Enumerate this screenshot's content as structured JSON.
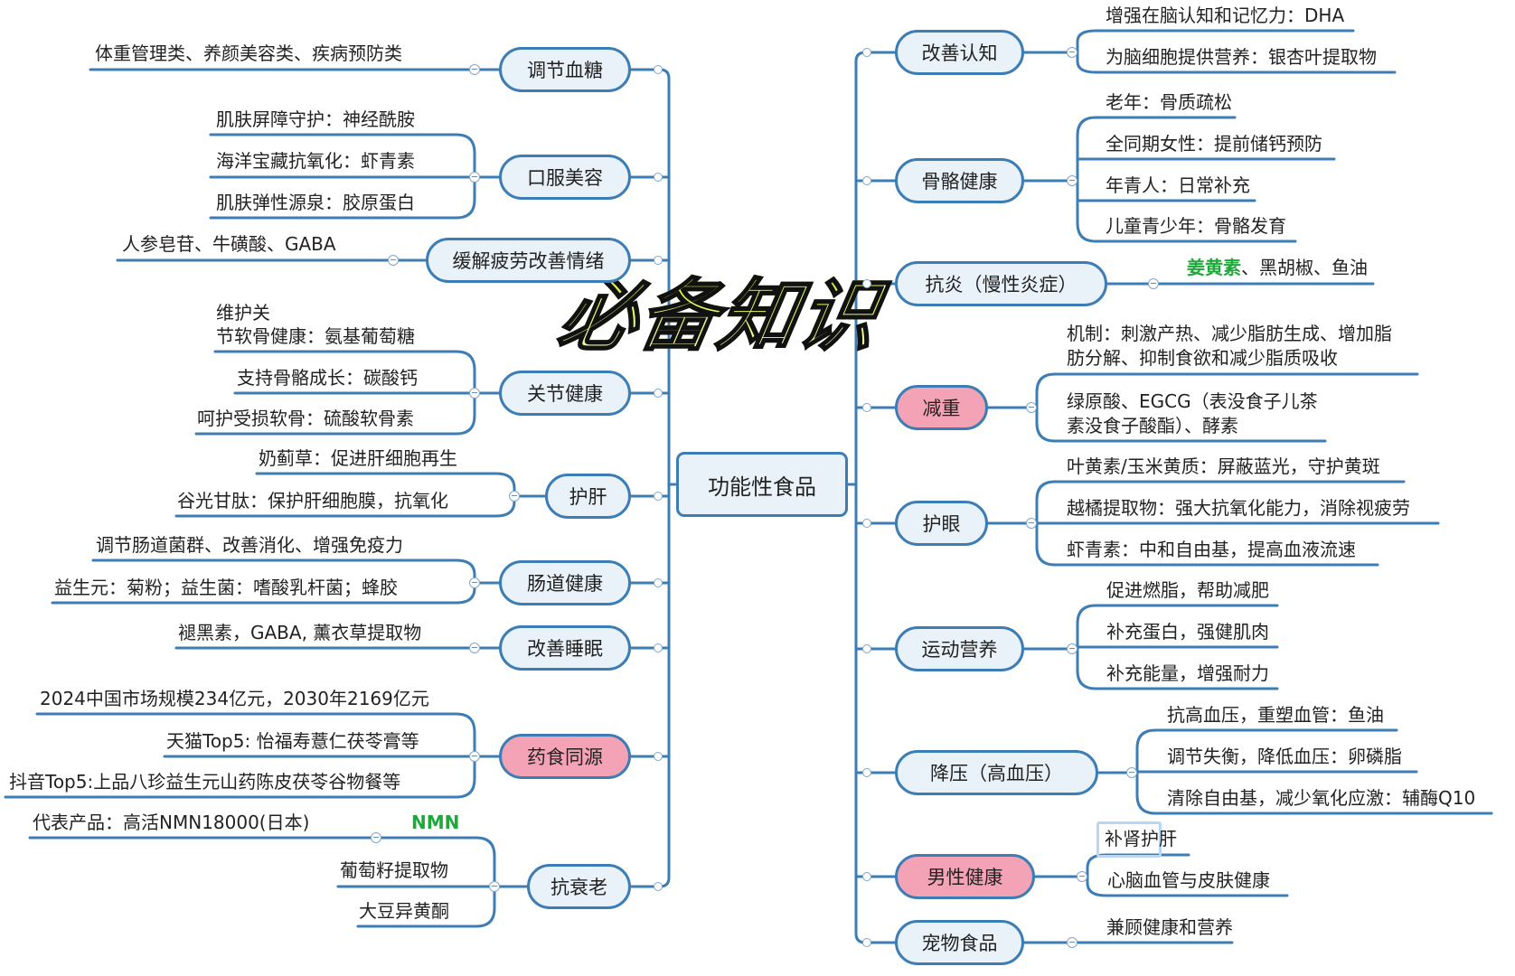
{
  "title": "必备知识",
  "root": {
    "label": "功能性食品"
  },
  "colors": {
    "line": "#3d7db5",
    "node_fill": "#e9f1f9",
    "node_highlight": "#f4a3b7",
    "accent_green": "#1fa83a",
    "title_fill": "#e2f84a"
  },
  "left": [
    {
      "label": "调节血糖",
      "highlight": false,
      "children": [
        "体重管理类、养颜美容类、疾病预防类"
      ]
    },
    {
      "label": "口服美容",
      "highlight": false,
      "children": [
        "肌肤屏障守护：神经酰胺",
        "海洋宝藏抗氧化：虾青素",
        "肌肤弹性源泉：胶原蛋白"
      ]
    },
    {
      "label": "缓解疲劳改善情绪",
      "highlight": false,
      "children": [
        "人参皂苷、牛磺酸、GABA"
      ]
    },
    {
      "label": "关节健康",
      "highlight": false,
      "children": [
        "维护关节软骨健康：氨基葡萄糖",
        "支持骨骼成长：碳酸钙",
        "呵护受损软骨：硫酸软骨素"
      ],
      "children_display": {
        "line1": "维护关",
        "line2": "节软骨健康：氨基葡萄糖"
      }
    },
    {
      "label": "护肝",
      "highlight": false,
      "children": [
        "奶蓟草：促进肝细胞再生",
        "谷光甘肽：保护肝细胞膜，抗氧化"
      ]
    },
    {
      "label": "肠道健康",
      "highlight": false,
      "children": [
        "调节肠道菌群、改善消化、增强免疫力",
        "益生元：菊粉；益生菌：嗜酸乳杆菌；蜂胶"
      ]
    },
    {
      "label": "改善睡眠",
      "highlight": false,
      "children": [
        "褪黑素，GABA, 薰衣草提取物"
      ]
    },
    {
      "label": "药食同源",
      "highlight": true,
      "children": [
        "2024中国市场规模234亿元，2030年2169亿元",
        "天猫Top5: 怡福寿薏仁茯苓膏等",
        "抖音Top5:上品八珍益生元山药陈皮茯苓谷物餐等"
      ]
    },
    {
      "label": "抗衰老",
      "highlight": false,
      "children": [
        "NMN",
        "葡萄籽提取物",
        "大豆异黄酮"
      ],
      "sub": {
        "parent": "NMN",
        "children": [
          "代表产品：高活NMN18000(日本)"
        ]
      }
    }
  ],
  "right": [
    {
      "label": "改善认知",
      "highlight": false,
      "children": [
        "增强在脑认知和记忆力：DHA",
        "为脑细胞提供营养：银杏叶提取物"
      ]
    },
    {
      "label": "骨骼健康",
      "highlight": false,
      "children": [
        "老年：骨质疏松",
        "全同期女性：提前储钙预防",
        "年青人：日常补充",
        "儿童青少年：骨骼发育"
      ]
    },
    {
      "label": "抗炎（慢性炎症）",
      "highlight": false,
      "children": [
        "姜黄素、黑胡椒、鱼油"
      ],
      "children_display": {
        "green": "姜黄素",
        "rest": "、黑胡椒、鱼油"
      }
    },
    {
      "label": "减重",
      "highlight": true,
      "children": [
        "机制：刺激产热、减少脂肪生成、增加脂肪分解、抑制食欲和减少脂质吸收",
        "绿原酸、EGCG（表没食子儿茶素没食子酸酯）、酵素"
      ],
      "children_display": {
        "c0l1": "机制：刺激产热、减少脂肪生成、增加脂",
        "c0l2": "肪分解、抑制食欲和减少脂质吸收",
        "c1l1": "绿原酸、EGCG（表没食子儿茶",
        "c1l2": "素没食子酸酯）、酵素"
      }
    },
    {
      "label": "护眼",
      "highlight": false,
      "children": [
        "叶黄素/玉米黄质：屏蔽蓝光，守护黄斑",
        "越橘提取物：强大抗氧化能力，消除视疲劳",
        "虾青素：中和自由基，提高血液流速"
      ]
    },
    {
      "label": "运动营养",
      "highlight": false,
      "children": [
        "促进燃脂，帮助减肥",
        "补充蛋白，强健肌肉",
        "补充能量，增强耐力"
      ]
    },
    {
      "label": "降压（高血压）",
      "highlight": false,
      "children": [
        "抗高血压，重塑血管：鱼油",
        "调节失衡，降低血压：卵磷脂",
        "清除自由基，减少氧化应激：辅酶Q10"
      ]
    },
    {
      "label": "男性健康",
      "highlight": true,
      "children": [
        "补肾护肝",
        "心脑血管与皮肤健康"
      ],
      "selected_child": 0
    },
    {
      "label": "宠物食品",
      "highlight": false,
      "children": [
        "兼顾健康和营养"
      ]
    }
  ]
}
